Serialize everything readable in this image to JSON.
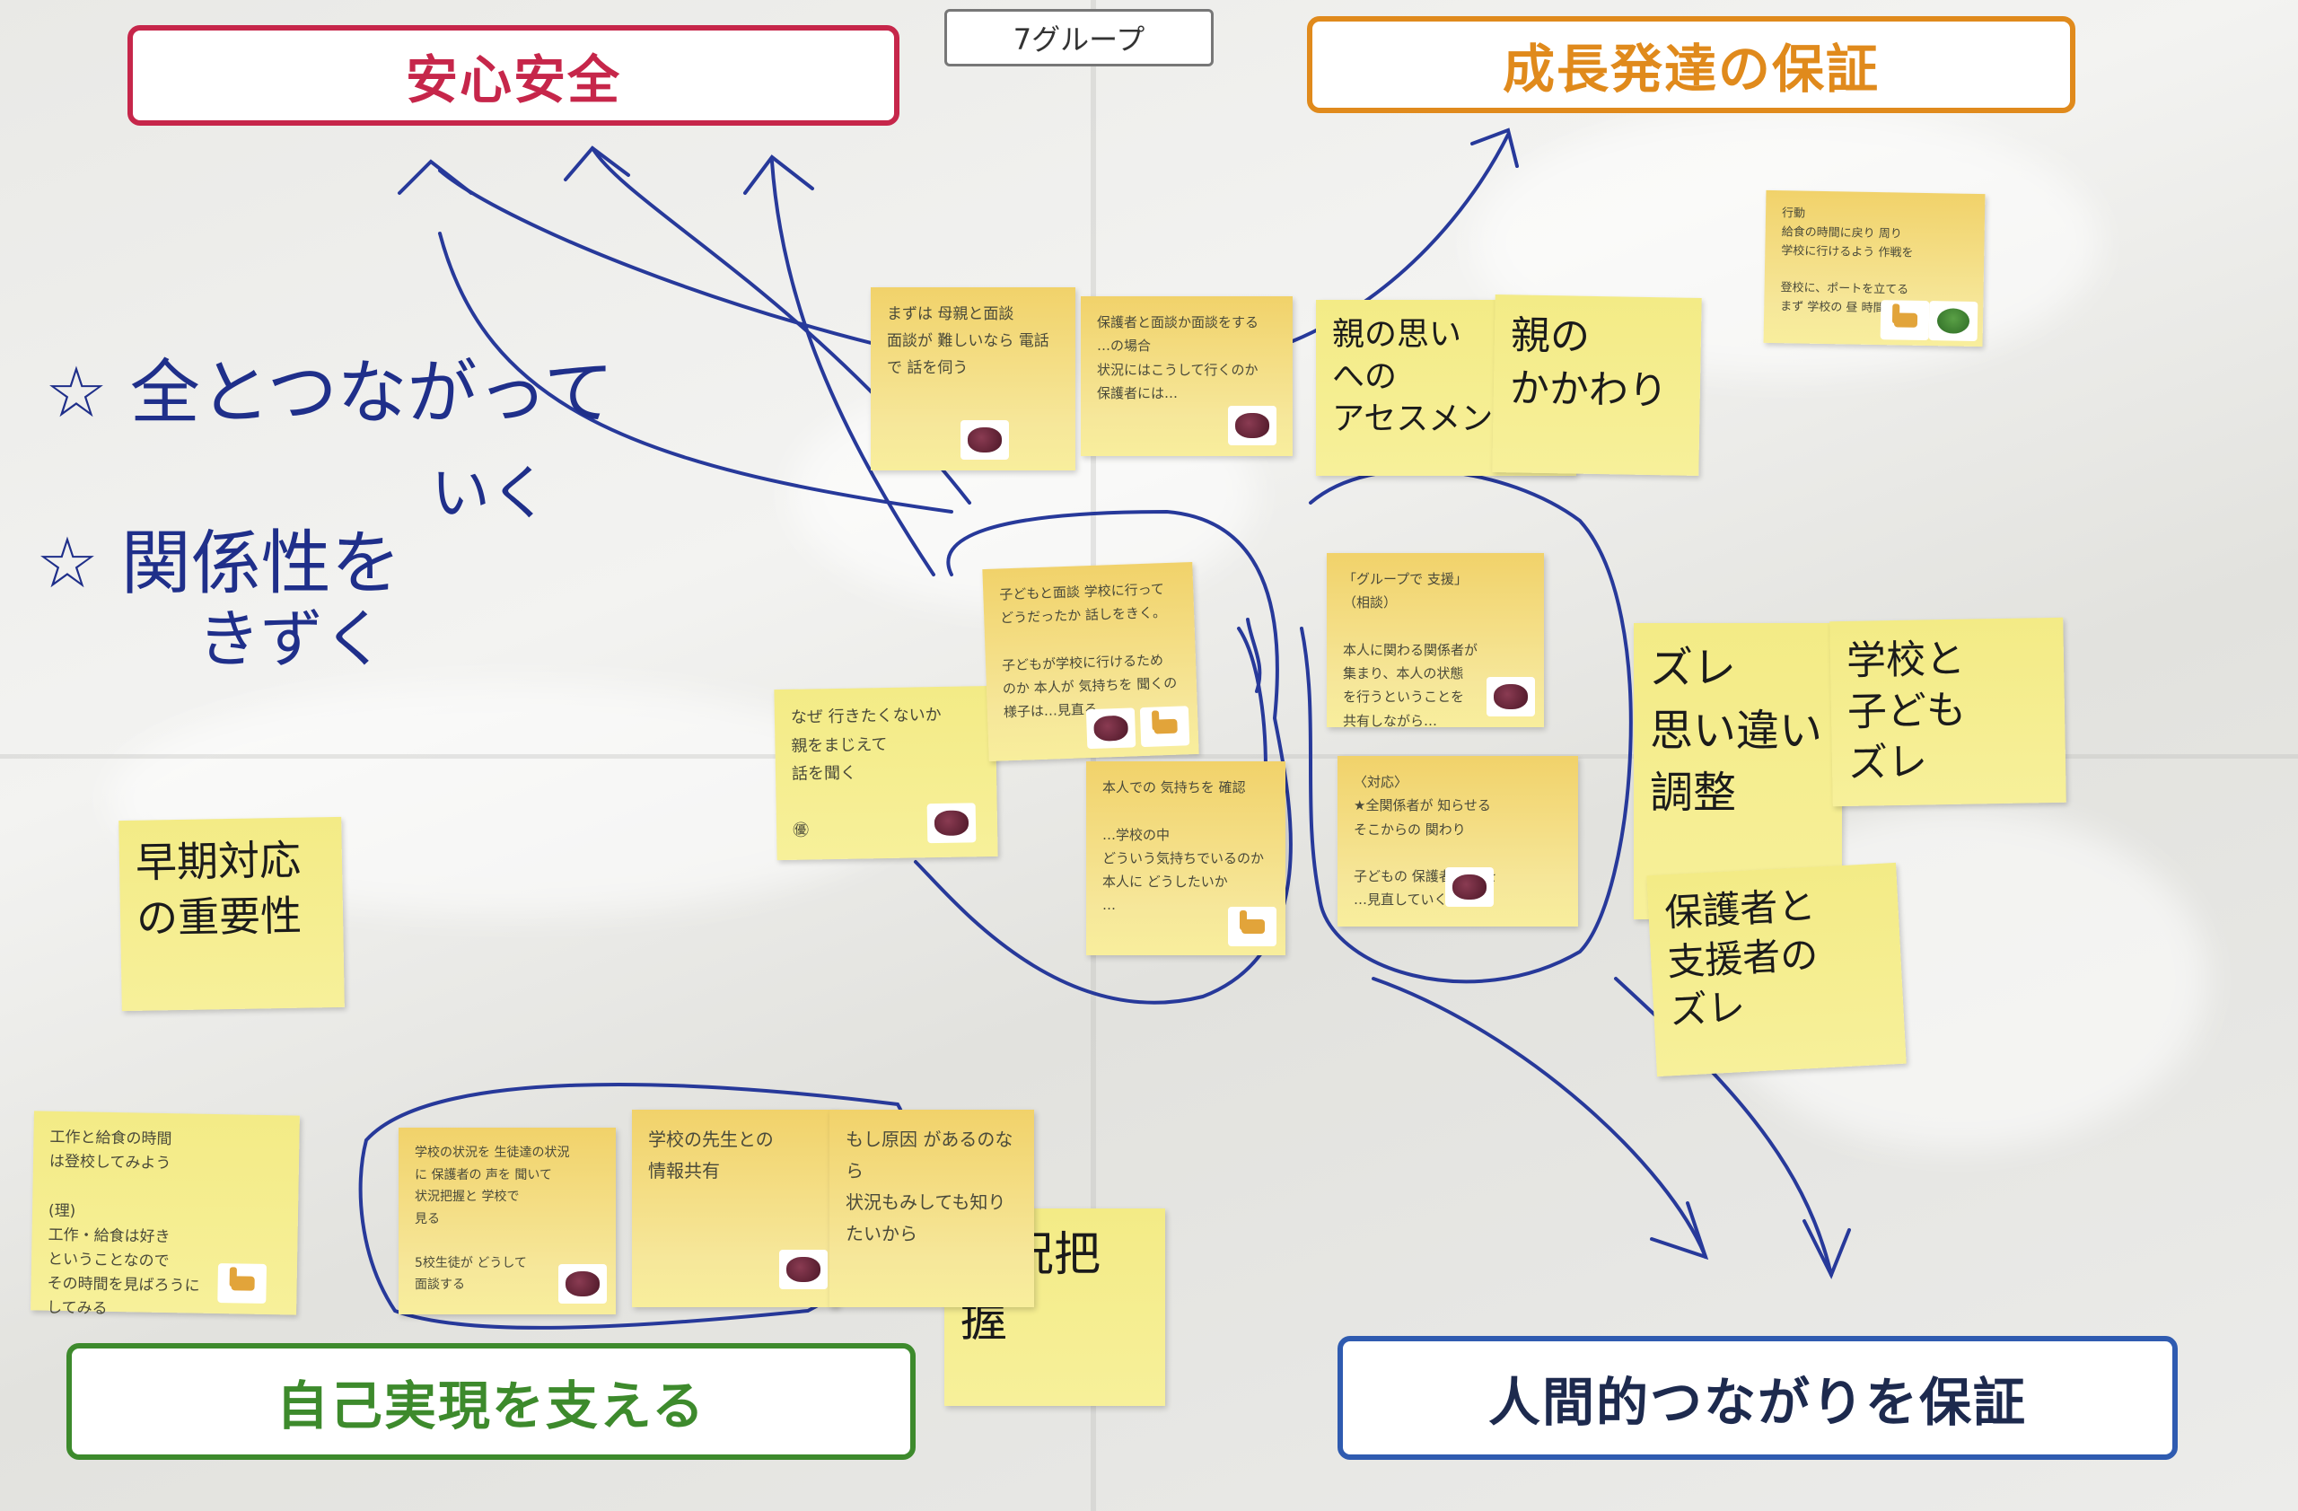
{
  "header_labels": {
    "anshin": {
      "text": "安心安全",
      "color": "#c6264a"
    },
    "seicho": {
      "text": "成長発達の保証",
      "color": "#e08a1c"
    },
    "jiko": {
      "text": "自己実現を支える",
      "color": "#3d8a2c"
    },
    "ningen": {
      "text": "人間的つながりを保証",
      "color": "#2f5bb0"
    },
    "group_tag": "7グループ"
  },
  "handwriting": {
    "line1": "☆ 全とつながって",
    "line1b": "いく",
    "line2": "☆ 関係性を",
    "line2b": "きずく"
  },
  "notes": {
    "n_soukitaiou": "早期対応\nの重要性",
    "n_oya_omoi": "親の思い\nへの\nアセスメント",
    "n_oya_kakawari": "親の\nかかわり",
    "n_zure": "ズレ\n思い違い\n調整",
    "n_gakko_kodomo": "学校と\n子ども\nズレ",
    "n_hogosha": "保護者と\n支援者の\nズレ",
    "n_jokyo": "状況把\n握",
    "s_top_right": "行動\n給食の時間に戻り 周り\n学校に行けるよう 作戦を\n\n登校に、ポートを立てる\nまず 学校の 昼 時間の",
    "s_mazu_oya": "まずは 母親と面談\n面談が 難しいなら 電話\nで 話を伺う",
    "s_hogosha": "保護者と面談か面談をする\n…の場合\n状況にはこうして行くのか\n保護者には…",
    "s_naze": "なぜ 行きたくないか\n親をまじえて\n話を聞く\n\n㊝",
    "s_kodomo": "子どもと面談 学校に行って\nどうだったか 話しをきく。\n\n子どもが学校に行けるため\nのか 本人が 気持ちを 聞くの\n様子は…見直る",
    "s_honnin": "本人での 気持ちを 確認\n\n…学校の中\nどういう気持ちでいるのか\n本人に どうしたいか\n…",
    "s_group": "「グループで 支援」\n（相談）\n\n本人に関わる関係者が\n集まり、本人の状態\nを行うということを\n共有しながら…",
    "s_hiroba": "〈対応〉\n★全関係者が 知らせる\nそこからの 関わり\n\n子どもの 保護者 状況を\n…見直していく",
    "s_kyushoku": "工作と給食の時間\nは登校してみよう\n\n(理)\n工作・給食は好き\nということなので\nその時間を見ばろうに\nしてみる",
    "s_gakko_jokyo": "学校の状況を 生徒達の状況\nに 保護者の 声を 聞いて\n状況把握と 学校で\n見る\n\n5校生徒が どうして\n面談する",
    "s_sensei": "学校の先生との\n情報共有",
    "s_moshi": "もし原因 があるのなら\n状況もみしても知り\nたいから"
  },
  "colors": {
    "ink": "#1f2f8a",
    "note_yellow": "#f5ee92",
    "note_orange": "#f1d26a"
  }
}
